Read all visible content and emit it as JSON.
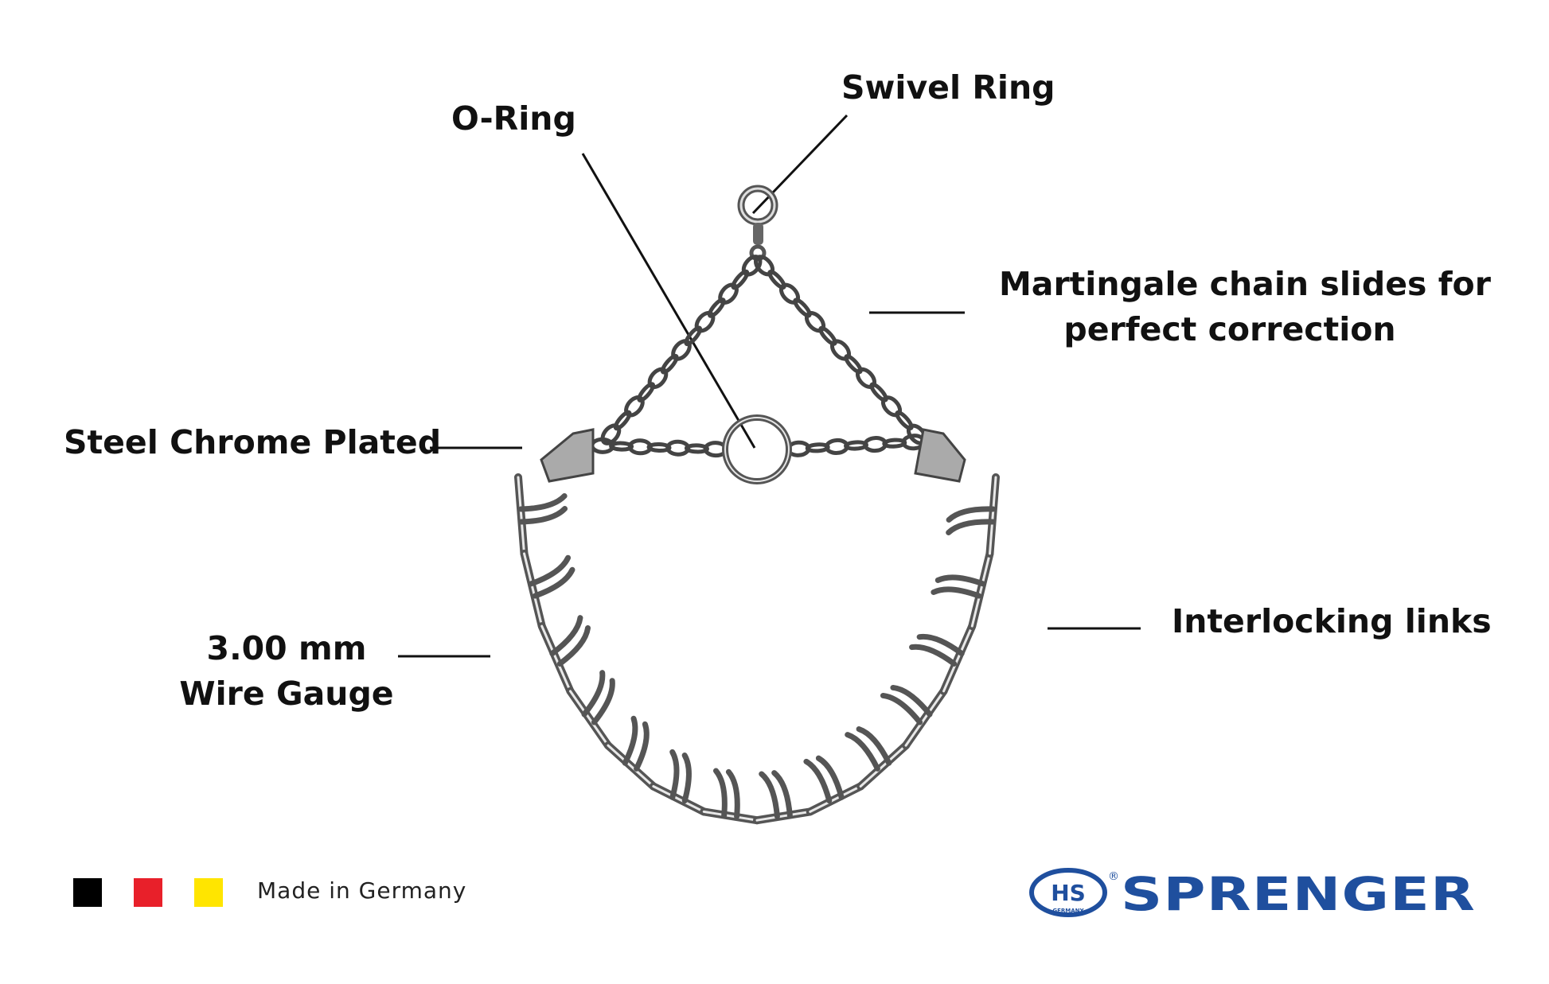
{
  "labels": {
    "swivel_ring": "Swivel Ring",
    "o_ring": "O-Ring",
    "martingale_line1": "Martingale chain slides for",
    "martingale_line2": "perfect correction",
    "steel_chrome": "Steel Chrome Plated",
    "wire_gauge_line1": "3.00 mm",
    "wire_gauge_line2": "Wire Gauge",
    "interlocking": "Interlocking links"
  },
  "footer": {
    "flag_colors": [
      "#000000",
      "#e8202a",
      "#ffe500"
    ],
    "made_in": "Made in Germany"
  },
  "brand": {
    "badge_text": "HS",
    "badge_sub": "GERMANY",
    "registered": "®",
    "name": "SPRENGER",
    "color": "#1f4f9e"
  },
  "image": {
    "subject": "chrome prong collar with martingale chain",
    "icon": "prong-collar-illustration"
  }
}
